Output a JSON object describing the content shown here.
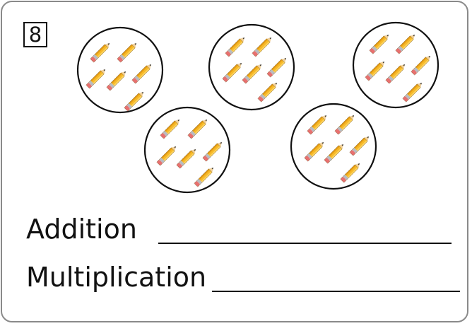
{
  "card": {
    "number": "8"
  },
  "groups": [
    {
      "item": "pencil-icon",
      "count": 6
    },
    {
      "item": "pencil-icon",
      "count": 6
    },
    {
      "item": "pencil-icon",
      "count": 6
    },
    {
      "item": "pencil-icon",
      "count": 6
    },
    {
      "item": "pencil-icon",
      "count": 6
    }
  ],
  "prompts": {
    "addition": "Addition",
    "multiplication": "Multiplication"
  },
  "colors": {
    "pencil_body": "#f7b928",
    "pencil_eraser": "#e8706f",
    "pencil_ferrule": "#b9bcc0",
    "pencil_wood": "#f3d29b",
    "circle_stroke": "#111111",
    "card_border": "#8a8a8a"
  }
}
